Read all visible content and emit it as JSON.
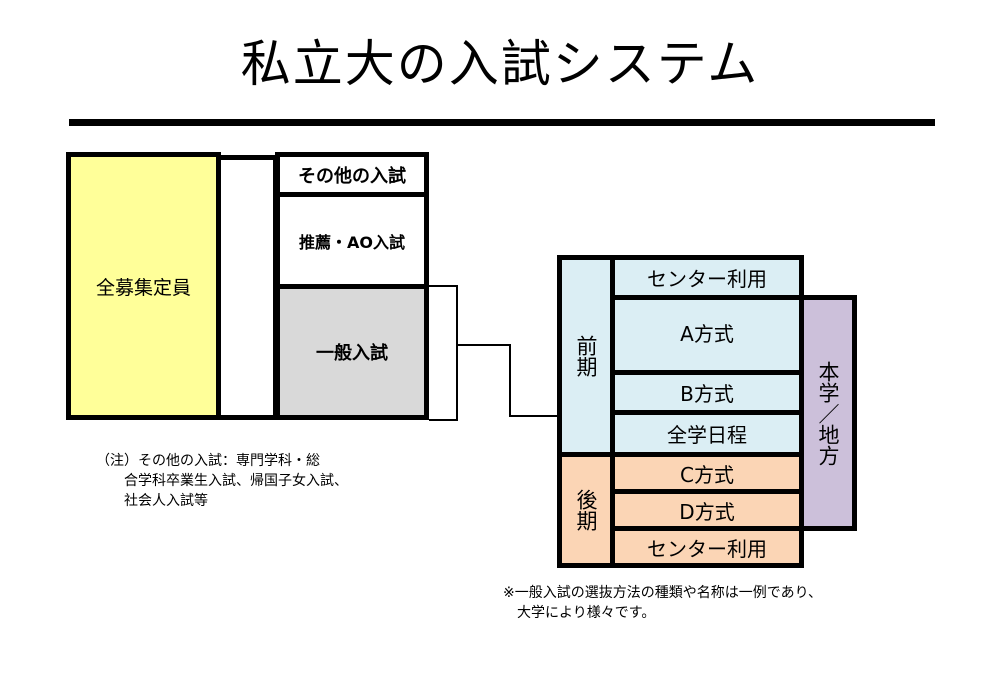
{
  "title": "私立大の入試システム",
  "left": {
    "quota_label": "全募集定員",
    "other_label": "その他の入試",
    "suisen_label": "推薦・AO入試",
    "ippan_label": "一般入試",
    "note": "（注）その他の入試：専門学科・総\n　　合学科卒業生入試、帰国子女入試、\n　　社会人入試等"
  },
  "right": {
    "zenki_label": "前期",
    "kouki_label": "後期",
    "zenki_items": [
      "センター利用",
      "A方式",
      "B方式",
      "全学日程"
    ],
    "kouki_items": [
      "C方式",
      "D方式",
      "センター利用"
    ],
    "honbu_label": "本学／地方",
    "note": "※一般入試の選抜方法の種類や名称は一例であり、\n　大学により様々です。"
  },
  "colors": {
    "quota_fill": "#ffff99",
    "ippan_fill": "#d9d9d9",
    "zenki_fill": "#dbeef4",
    "kouki_fill": "#fbd5b5",
    "honbu_fill": "#ccc0da"
  }
}
